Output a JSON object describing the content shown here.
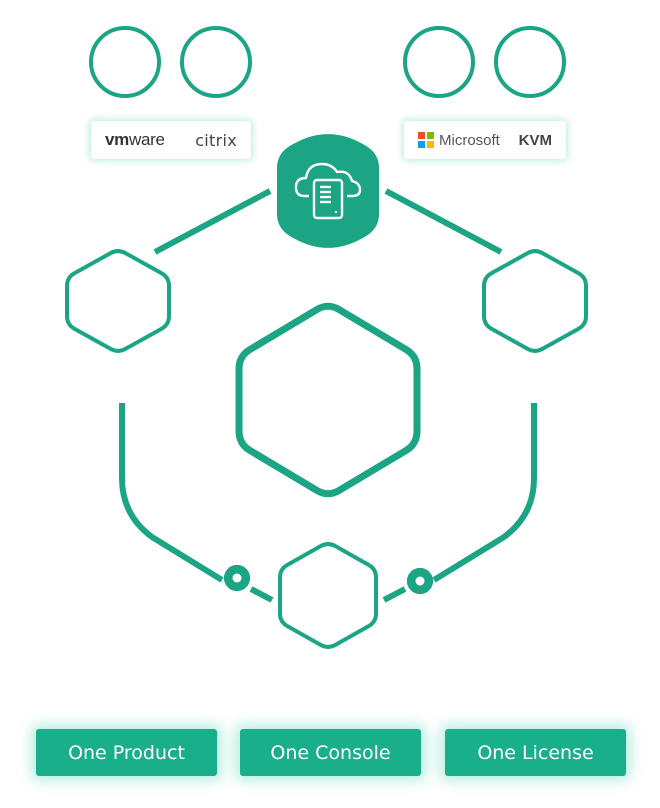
{
  "vendors_left": {
    "vmware": {
      "prefix": "vm",
      "suffix": "ware"
    },
    "citrix": "citrix"
  },
  "vendors_right": {
    "microsoft": "Microsoft",
    "kvm": "KVM",
    "microsoft_tile_colors": [
      "#f25022",
      "#7fba00",
      "#00a4ef",
      "#ffb900"
    ]
  },
  "buttons": [
    {
      "label": "One Product"
    },
    {
      "label": "One Console"
    },
    {
      "label": "One License"
    }
  ],
  "colors": {
    "accent": "#1aaf8b",
    "stroke": "#1ba584"
  }
}
